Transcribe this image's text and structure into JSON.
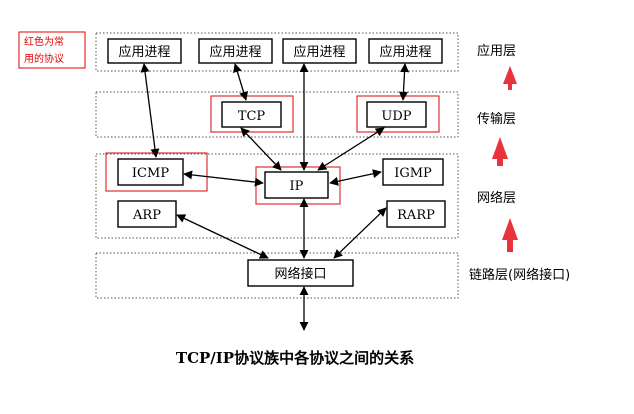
{
  "legend_note": {
    "line1": "红色为常",
    "line2": "用的协议",
    "color": "#e60000"
  },
  "colors": {
    "highlight": "#e03030",
    "arrow_up": "#e8323c",
    "line": "#000000",
    "layer_border": "#555555"
  },
  "layers": {
    "application": "应用层",
    "transport": "传输层",
    "network": "网络层",
    "link": "链路层(网络接口)"
  },
  "nodes": {
    "app1": "应用进程",
    "app2": "应用进程",
    "app3": "应用进程",
    "app4": "应用进程",
    "tcp": "TCP",
    "udp": "UDP",
    "icmp": "ICMP",
    "ip": "IP",
    "igmp": "IGMP",
    "arp": "ARP",
    "rarp": "RARP",
    "netif": "网络接口"
  },
  "highlighted": [
    "tcp",
    "udp",
    "icmp",
    "ip"
  ],
  "caption": "TCP/IP协议族中各协议之间的关系"
}
